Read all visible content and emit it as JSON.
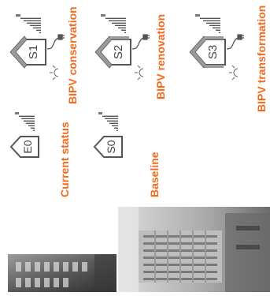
{
  "scenarios": [
    {
      "code": "E0",
      "caption": "Current status"
    },
    {
      "code": "S0",
      "caption": "Baseline"
    },
    {
      "code": "S1",
      "caption": "BIPV conservation"
    },
    {
      "code": "S2",
      "caption": "BIPV renovation"
    },
    {
      "code": "S3",
      "caption": "BIPV transformation"
    }
  ],
  "colors": {
    "caption": "#f26a1b",
    "outline": "#555555",
    "panel": "#9a9a9a"
  },
  "icons": {
    "house": "house-outline-icon",
    "sun": "sun-icon",
    "bar_scale": "bar-scale-icon",
    "plug": "plug-icon",
    "pv_panel": "pv-panel-icon"
  }
}
